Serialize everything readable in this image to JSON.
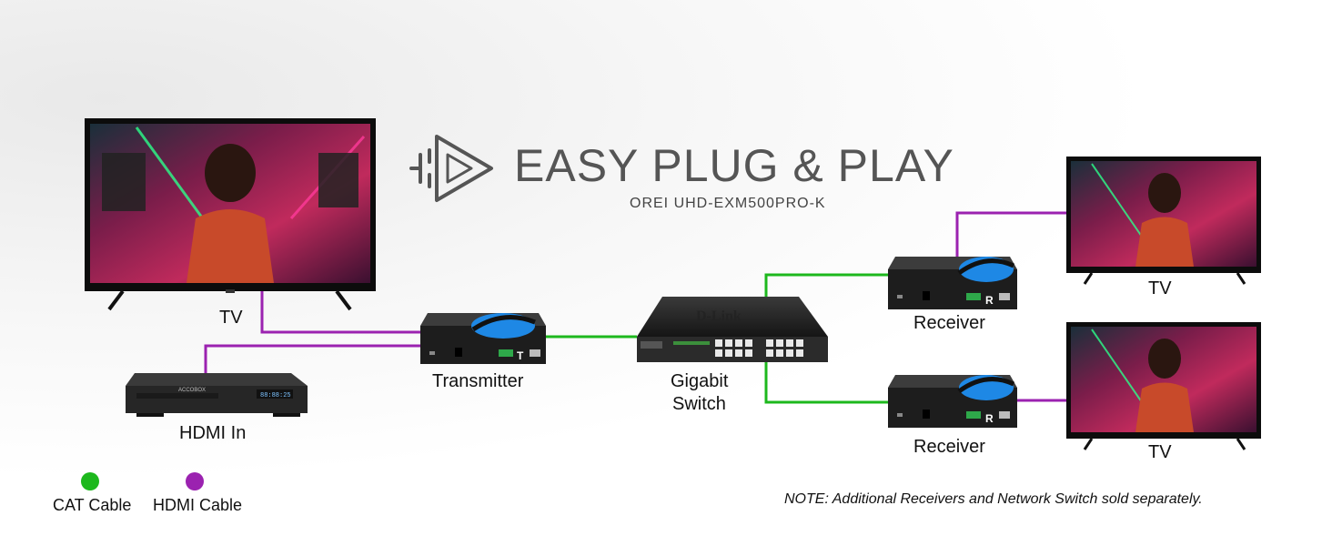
{
  "header": {
    "title": "EASY PLUG & PLAY",
    "subtitle": "OREI UHD-EXM500PRO-K",
    "logo_icon": "plug-play-icon"
  },
  "devices": {
    "tv_source": "TV",
    "hdmi_in": "HDMI In",
    "transmitter": "Transmitter",
    "switch_line1": "Gigabit",
    "switch_line2": "Switch",
    "receiver_top": "Receiver",
    "receiver_bottom": "Receiver",
    "tv_top": "TV",
    "tv_bottom": "TV"
  },
  "device_text": {
    "switch_brand": "D-Link",
    "player_brand": "ACCOBOX",
    "player_display": "88:88:25",
    "transmitter_mark": "T",
    "receiver_mark": "R"
  },
  "legend": {
    "cat_label": "CAT Cable",
    "hdmi_label": "HDMI Cable",
    "cat_color": "#1db81d",
    "hdmi_color": "#9b22b0"
  },
  "note": "NOTE: Additional Receivers and Network Switch sold separately."
}
